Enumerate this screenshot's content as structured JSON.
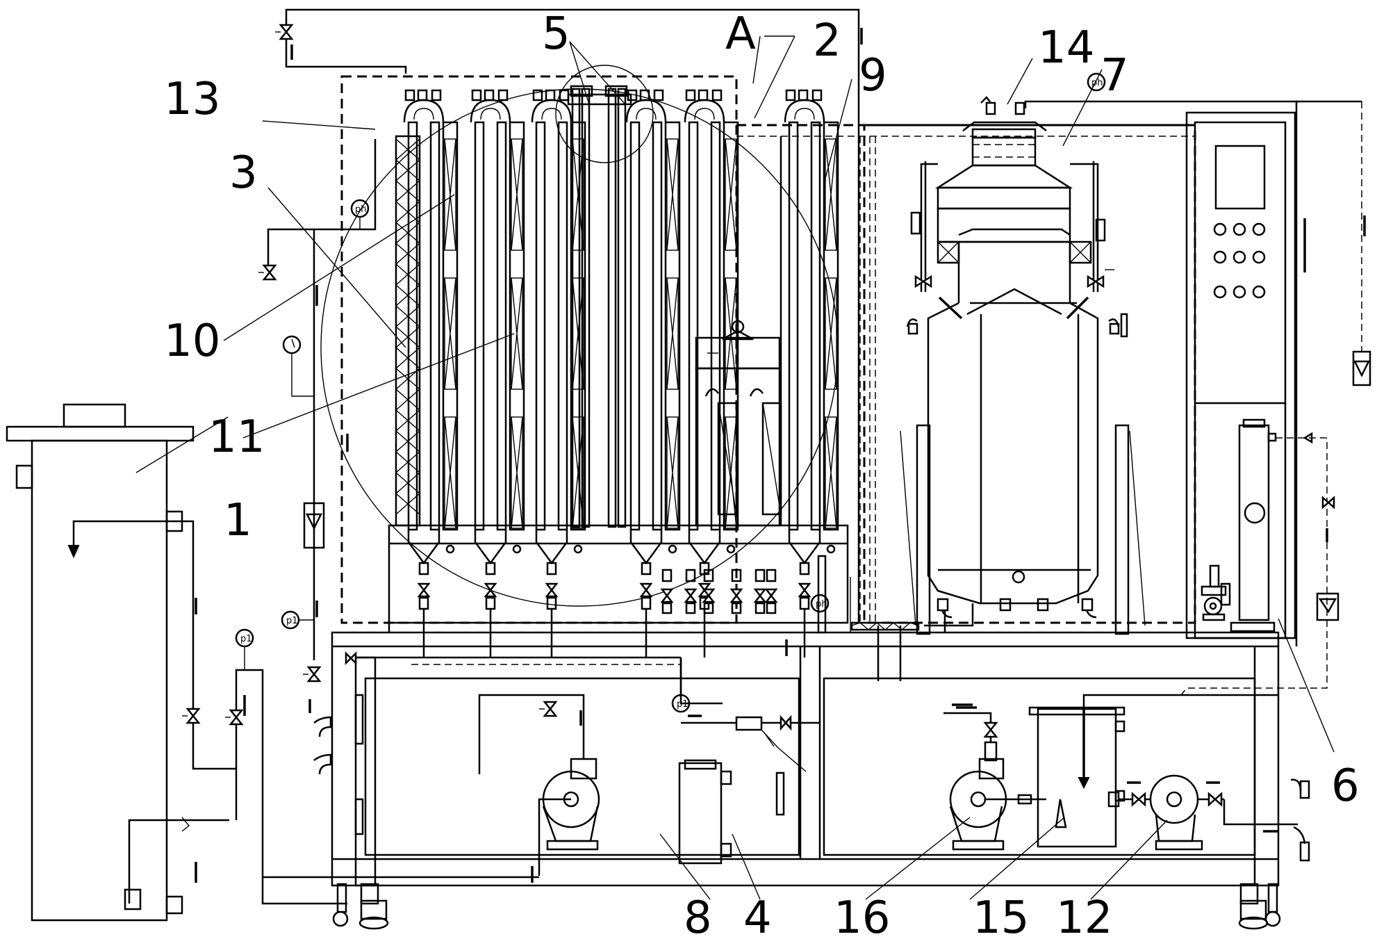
{
  "callouts": [
    {
      "id": "1",
      "text": "1"
    },
    {
      "id": "2",
      "text": "2"
    },
    {
      "id": "3",
      "text": "3"
    },
    {
      "id": "4",
      "text": "4"
    },
    {
      "id": "5",
      "text": "5"
    },
    {
      "id": "6",
      "text": "6"
    },
    {
      "id": "7",
      "text": "7"
    },
    {
      "id": "8",
      "text": "8"
    },
    {
      "id": "9",
      "text": "9"
    },
    {
      "id": "10",
      "text": "10"
    },
    {
      "id": "11",
      "text": "11"
    },
    {
      "id": "12",
      "text": "12"
    },
    {
      "id": "13",
      "text": "13"
    },
    {
      "id": "14",
      "text": "14"
    },
    {
      "id": "15",
      "text": "15"
    },
    {
      "id": "16",
      "text": "16"
    },
    {
      "id": "A",
      "text": "A"
    }
  ],
  "instruments": {
    "ph": "ph",
    "p1": "p1"
  }
}
